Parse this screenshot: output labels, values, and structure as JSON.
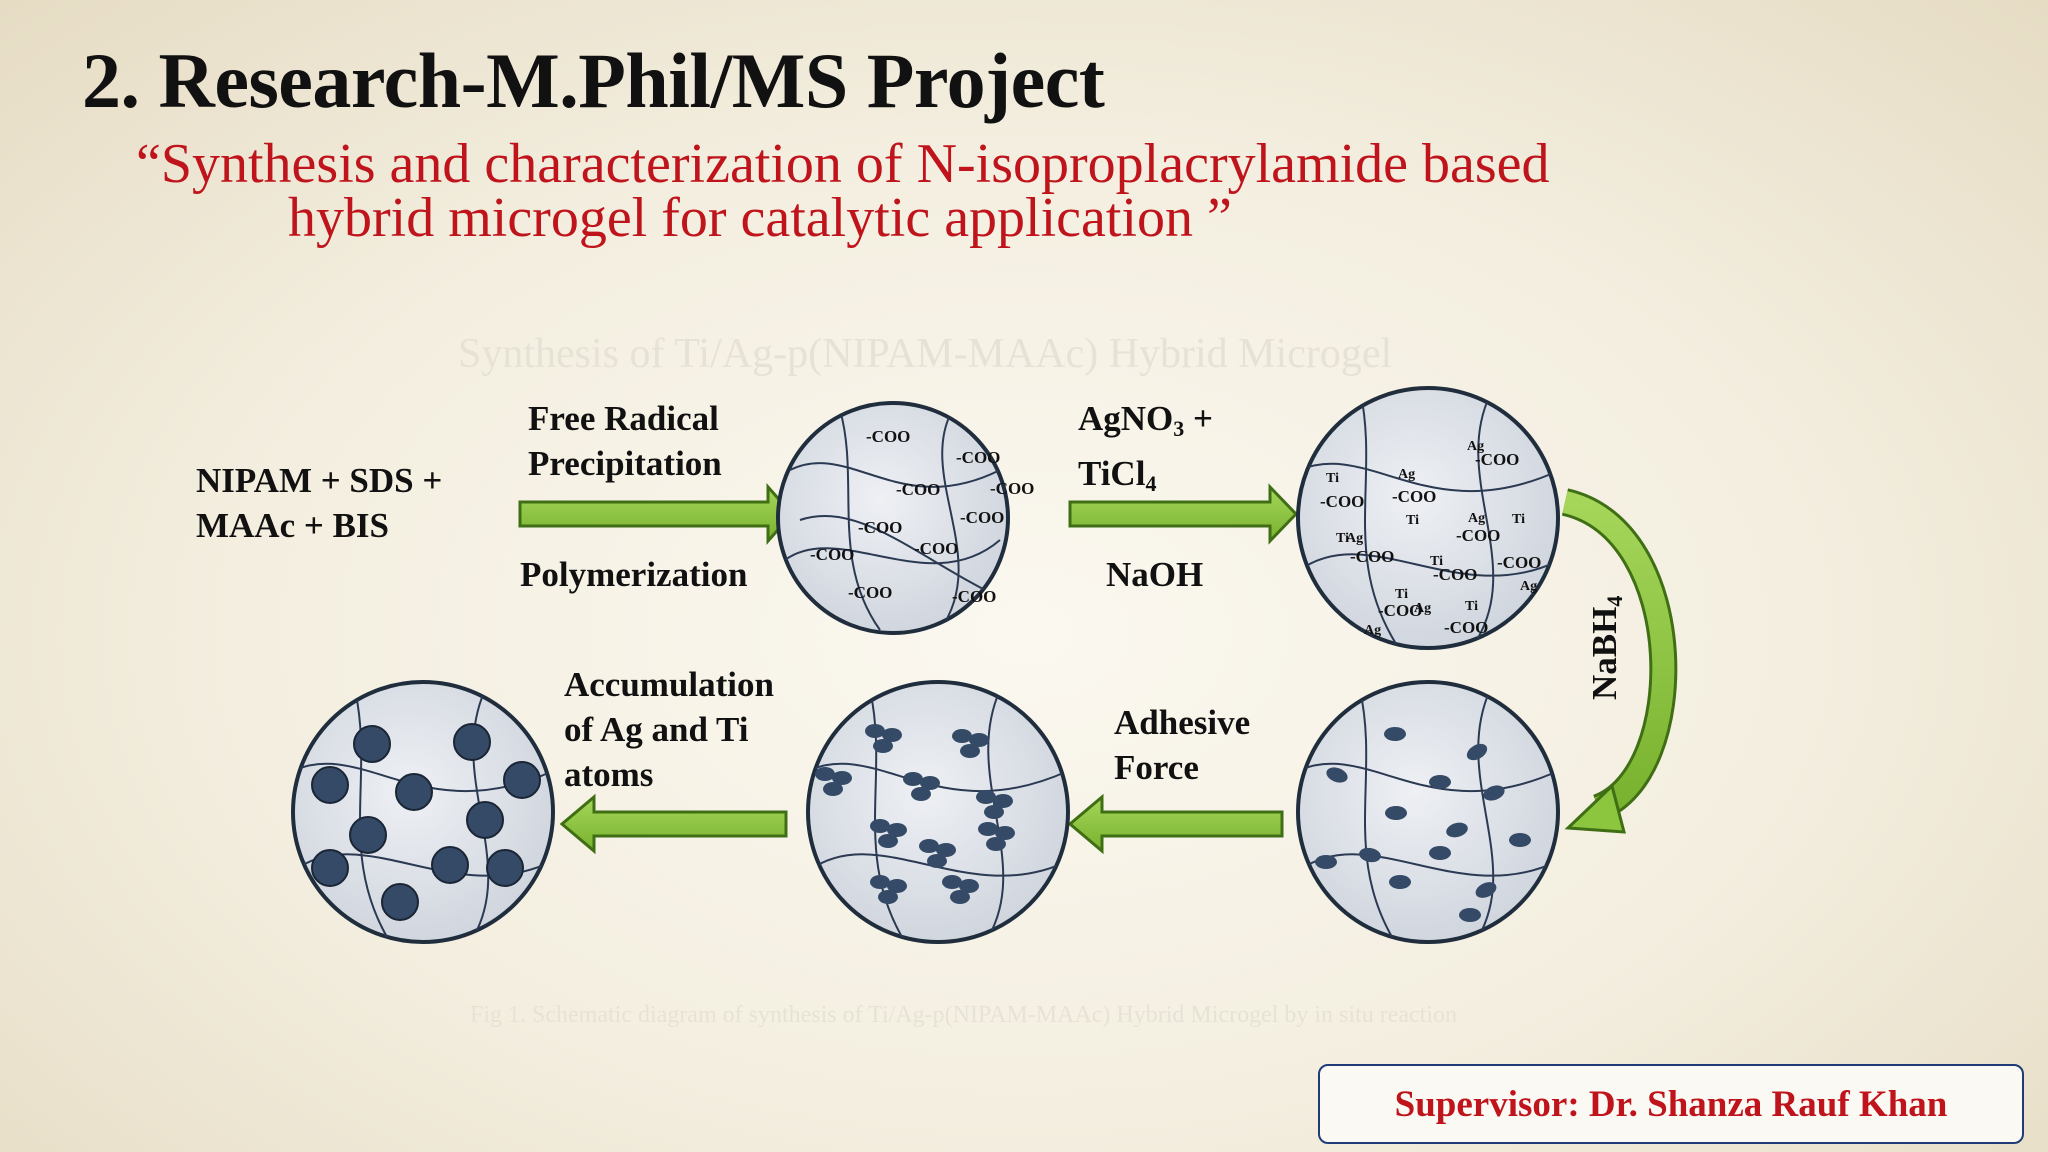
{
  "title": "2. Research-M.Phil/MS Project",
  "subtitle_line1": "“Synthesis and characterization of N-isoproplacrylamide based",
  "subtitle_line2": "hybrid microgel for catalytic application ”",
  "diagram": {
    "heading_faint": "Synthesis of Ti/Ag-p(NIPAM-MAAc) Hybrid Microgel",
    "reactants_line1": "NIPAM + SDS +",
    "reactants_line2": "MAAc + BIS",
    "step1_top_line1": "Free Radical",
    "step1_top_line2": "Precipitation",
    "step1_bottom": "Polymerization",
    "step2_top_line1": "AgNO",
    "step2_top_sub1": "3",
    "step2_top_plus": " +",
    "step2_top_line2": "TiCl",
    "step2_top_sub2": "4",
    "step2_bottom": "NaOH",
    "step3": "NaBH",
    "step3_sub": "4",
    "step4_line1": "Adhesive",
    "step4_line2": "Force",
    "step5_line1": "Accumulation",
    "step5_line2": "of Ag and Ti",
    "step5_line3": "atoms",
    "coo_label": "-COO",
    "ag_label": "Ag",
    "ti_label": "Ti",
    "caption_faint": "Fig 1. Schematic diagram of synthesis of Ti/Ag-p(NIPAM-MAAc) Hybrid Microgel by in situ reaction"
  },
  "supervisor": "Supervisor: Dr. Shanza Rauf Khan",
  "colors": {
    "title": "#111111",
    "subtitle": "#c0141c",
    "arrow_fill": "#8cc63f",
    "arrow_stroke": "#3f6e14",
    "sphere_fill": "#dfe3ea",
    "sphere_stroke": "#1f2d3d",
    "particle": "#344a66",
    "supervisor_border": "#1f3c78"
  }
}
